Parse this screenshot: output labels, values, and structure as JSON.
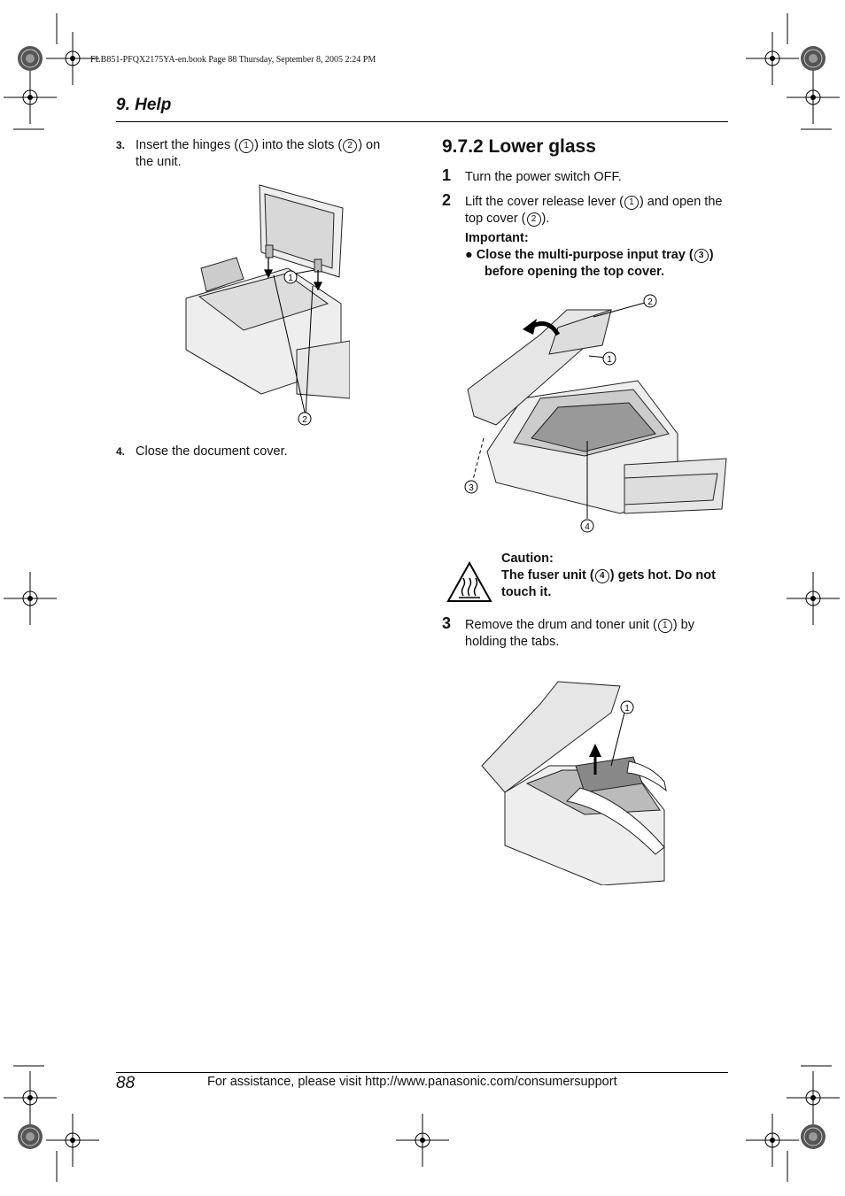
{
  "header": {
    "meta": "FLB851-PFQX2175YA-en.book  Page 88  Thursday, September 8, 2005  2:24 PM",
    "section": "9. Help"
  },
  "left": {
    "step3": {
      "num": "3.",
      "before": "Insert the hinges (",
      "c1": "1",
      "mid": ") into the slots (",
      "c2": "2",
      "after": ") on",
      "line2": "the unit."
    },
    "fig1_callouts": [
      "1",
      "2"
    ],
    "step4": {
      "num": "4.",
      "text": "Close the document cover."
    }
  },
  "right": {
    "heading": "9.7.2 Lower glass",
    "step1": {
      "num": "1",
      "text": "Turn the power switch OFF."
    },
    "step2": {
      "num": "2",
      "before": "Lift the cover release lever (",
      "c1": "1",
      "mid": ") and open the",
      "line2_before": "top cover (",
      "c2": "2",
      "line2_after": ")."
    },
    "important": {
      "label": "Important:",
      "bullet_before": "Close the multi-purpose input tray (",
      "bullet_c": "3",
      "bullet_after": ")",
      "bullet_line2": "before opening the top cover."
    },
    "fig2_callouts": [
      "2",
      "1",
      "3",
      "4"
    ],
    "caution": {
      "label": "Caution:",
      "line1_before": "The fuser unit (",
      "c": "4",
      "line1_after": ") gets hot. Do not",
      "line2": "touch it."
    },
    "step3": {
      "num": "3",
      "before": "Remove the drum and toner unit (",
      "c1": "1",
      "after": ") by",
      "line2": "holding the tabs."
    },
    "fig3_callouts": [
      "1"
    ]
  },
  "footer": {
    "page": "88",
    "text": "For assistance, please visit http://www.panasonic.com/consumersupport"
  }
}
